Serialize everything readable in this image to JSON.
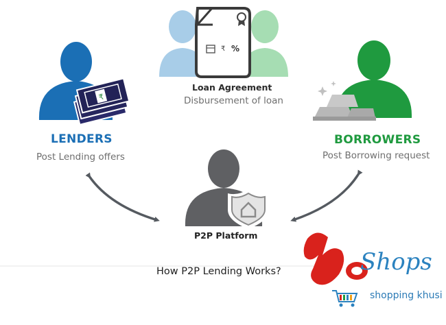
{
  "nodes": {
    "lenders": {
      "title": "LENDERS",
      "subtitle": "Post Lending offers"
    },
    "borrowers": {
      "title": "BORROWERS",
      "subtitle": "Post Borrowing request"
    },
    "loan_agreement": {
      "title": "Loan Agreement",
      "subtitle": "Disbursement of loan"
    },
    "platform": {
      "title": "P2P Platform"
    }
  },
  "document_icons": {
    "rupee": "₹",
    "percent": "%"
  },
  "caption": "How P2P Lending Works?",
  "logo": {
    "brand": "Shops",
    "tagline": "shopping khusi ka"
  },
  "colors": {
    "lenders": "#1b6fb5",
    "borrowers": "#1f9a3f",
    "platform": "#5f6063",
    "arrows": "#555a60",
    "logo_red": "#d9221c",
    "logo_blue": "#2b82bf"
  },
  "icons": [
    "person-icon",
    "money-stack-icon",
    "document-icon",
    "gold-bars-icon",
    "shield-home-icon",
    "shopping-cart-icon"
  ]
}
